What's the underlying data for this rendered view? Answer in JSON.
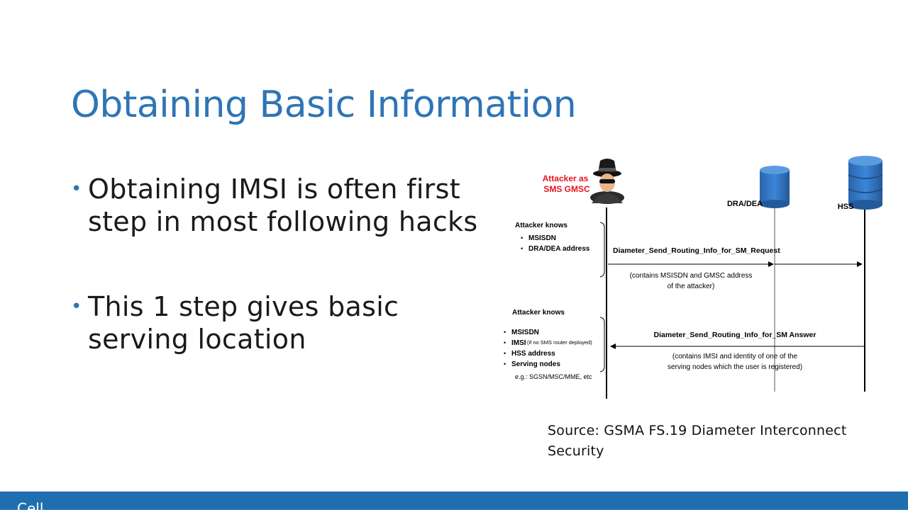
{
  "slide": {
    "title": "Obtaining Basic Information",
    "bullets": [
      "Obtaining IMSI is often first step in most following hacks",
      "This 1 step gives basic serving location"
    ],
    "source": "Source: GSMA FS.19 Diameter Interconnect Security",
    "footer_text": "Cell"
  },
  "diagram": {
    "actors": {
      "attacker": [
        "Attacker as",
        "SMS GMSC"
      ],
      "dra": "DRA/DEA",
      "hss": "HSS"
    },
    "knows_before": {
      "heading": "Attacker knows",
      "items": [
        "MSISDN",
        "DRA/DEA address"
      ]
    },
    "request": {
      "label": "Diameter_Send_Routing_Info_for_SM_Request",
      "note": [
        "(contains MSISDN and GMSC address",
        "of the attacker)"
      ]
    },
    "knows_after": {
      "heading": "Attacker knows",
      "items": [
        "MSISDN",
        "IMSI",
        "HSS address",
        "Serving nodes"
      ],
      "imsi_note": "(if no SMS router deployed)",
      "example": "e.g.: SGSN/MSC/MME, etc"
    },
    "answer": {
      "label": "Diameter_Send_Routing_Info_for_SM Answer",
      "note": [
        "(contains IMSI and identity of one of the",
        "serving nodes which the user is registered)"
      ]
    },
    "colors": {
      "attacker_label": "#e8131b",
      "db_blue": "#2f74c0",
      "title_blue": "#2e75b6"
    }
  }
}
